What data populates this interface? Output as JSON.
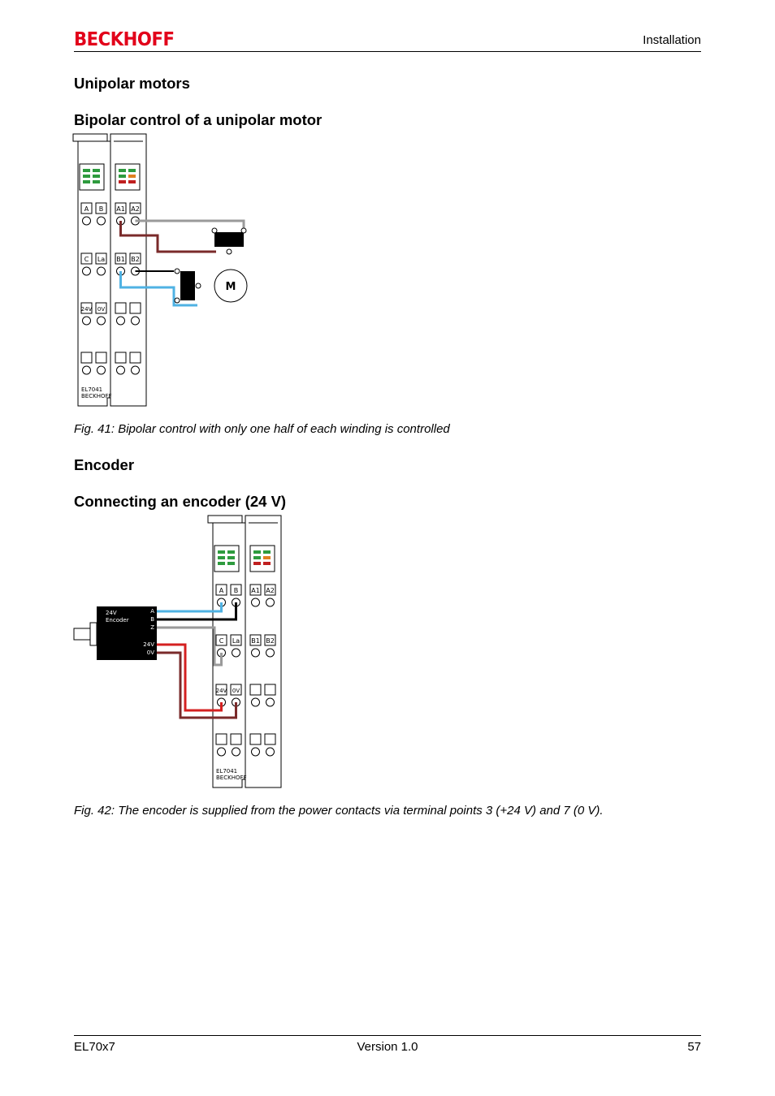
{
  "header": {
    "logo": "BECKHOFF",
    "section": "Installation"
  },
  "headings": {
    "unipolar_motors": "Unipolar motors",
    "bipolar_control": "Bipolar control of a unipolar motor",
    "encoder": "Encoder",
    "connecting_encoder": "Connecting an encoder (24 V)"
  },
  "figures": {
    "fig41": {
      "caption": "Fig. 41: Bipolar control with only one half of each winding is controlled",
      "terminal_labels": {
        "left_row1": [
          "A",
          "B"
        ],
        "right_row1": [
          "A1",
          "A2"
        ],
        "left_row2": [
          "C",
          "La"
        ],
        "right_row2": [
          "B1",
          "B2"
        ],
        "left_row3": [
          "24V",
          "0V"
        ]
      },
      "motor_label": "M",
      "module_text": [
        "EL7041",
        "BECKHOFF"
      ]
    },
    "fig42": {
      "caption": "Fig. 42: The encoder is supplied from the power contacts via terminal points 3 (+24 V) and 7 (0 V).",
      "encoder_label": [
        "24V",
        "Encoder"
      ],
      "encoder_pins": [
        "A",
        "B",
        "Z",
        "24V",
        "0V"
      ],
      "terminal_labels": {
        "left_row1": [
          "A",
          "B"
        ],
        "right_row1": [
          "A1",
          "A2"
        ],
        "left_row2": [
          "C",
          "La"
        ],
        "right_row2": [
          "B1",
          "B2"
        ],
        "left_row3": [
          "24V",
          "0V"
        ]
      },
      "module_text": [
        "EL7041",
        "BECKHOFF"
      ]
    }
  },
  "footer": {
    "product": "EL70x7",
    "version": "Version 1.0",
    "page": "57"
  },
  "colors": {
    "logo": "#e2001a",
    "wire_blue": "#4fb2e3",
    "wire_brown": "#7a2a2a",
    "wire_gray": "#9a9a9a",
    "wire_red": "#d42020",
    "led_green": "#2e9b3e",
    "led_red": "#c02020",
    "led_orange": "#e08020"
  }
}
